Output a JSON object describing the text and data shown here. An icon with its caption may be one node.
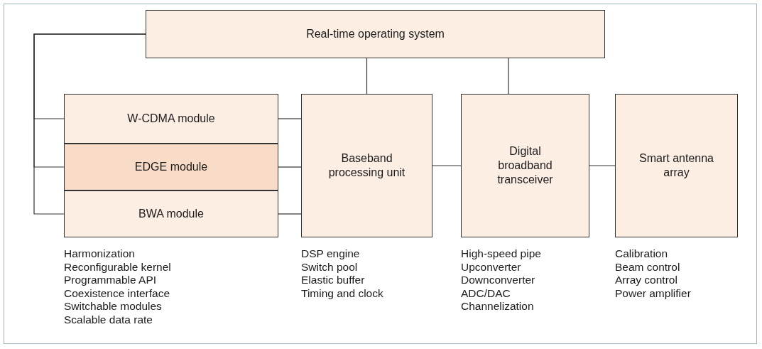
{
  "diagram": {
    "nodes": [
      {
        "text": [
          "Real-time operating system"
        ]
      },
      {
        "text": [
          "W-CDMA module"
        ]
      },
      {
        "text": [
          "EDGE module"
        ]
      },
      {
        "text": [
          "BWA module"
        ],
        "beside": [
          "Harmonization",
          "Reconfigurable kernel",
          "Programmable API",
          "Coexistence interface",
          "Switchable modules",
          "Scalable data rate"
        ]
      },
      {
        "text": [
          "Baseband processing unit"
        ],
        "beside": [
          "DSP engine",
          "Switch pool",
          "Elastic buffer",
          "Timing and clock"
        ]
      },
      {
        "text": [
          "Digital broadband transceiver"
        ],
        "beside": [
          "High-speed pipe",
          "Upconverter",
          "Downconverter",
          "ADC/DAC",
          "Channelization"
        ]
      },
      {
        "text": [
          "Smart antenna array"
        ],
        "beside": [
          "Calibration",
          "Beam control",
          "Array control",
          "Power amplifier"
        ]
      }
    ],
    "edges": [
      {
        "from": 0,
        "to": 1,
        "arrow": "none"
      },
      {
        "from": 0,
        "to": 2,
        "arrow": "none"
      },
      {
        "from": 0,
        "to": 3,
        "arrow": "none"
      },
      {
        "from": 0,
        "to": 4,
        "arrow": "none"
      },
      {
        "from": 0,
        "to": 5,
        "arrow": "none"
      },
      {
        "from": 1,
        "to": 4,
        "arrow": "none"
      },
      {
        "from": 2,
        "to": 4,
        "arrow": "none"
      },
      {
        "from": 3,
        "to": 4,
        "arrow": "none"
      },
      {
        "from": 4,
        "to": 5,
        "arrow": "none"
      },
      {
        "from": 5,
        "to": 6,
        "arrow": "none"
      }
    ]
  }
}
